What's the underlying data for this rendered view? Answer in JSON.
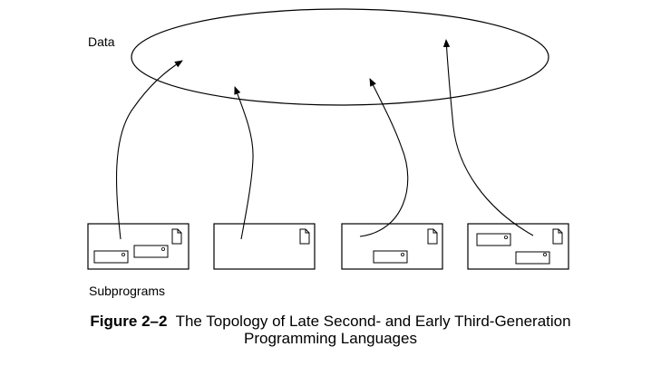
{
  "labels": {
    "data": "Data",
    "subprograms": "Subprograms"
  },
  "caption": {
    "figure_number": "Figure 2–2",
    "title_line1": "The Topology of Late Second- and Early Third-Generation",
    "title_line2": "Programming Languages"
  }
}
